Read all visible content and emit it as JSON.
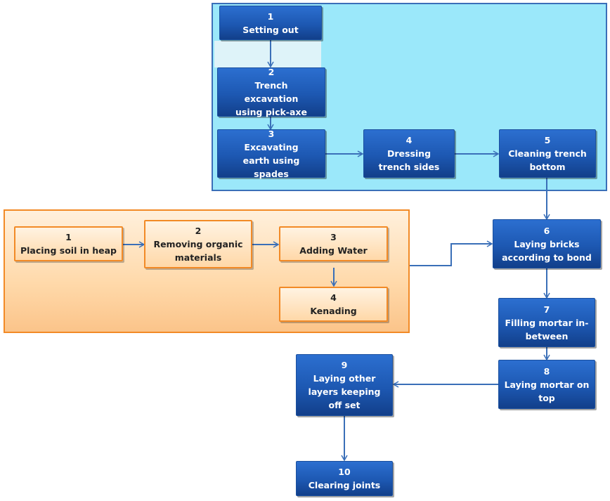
{
  "diagram": {
    "type": "flowchart",
    "colors": {
      "process_blue": "#1d58b2",
      "group_blue_bg": "#9be8fa",
      "group_orange_border": "#f28a26",
      "connector": "#3a6fb8"
    },
    "groups": [
      {
        "id": "trench",
        "color": "blue",
        "steps": [
          "t1",
          "t2",
          "t3",
          "t4",
          "t5"
        ]
      },
      {
        "id": "mortar",
        "color": "orange",
        "steps": [
          "m1",
          "m2",
          "m3",
          "m4"
        ]
      }
    ],
    "nodes": {
      "t1": {
        "num": "1",
        "label": "Setting out"
      },
      "t2": {
        "num": "2",
        "label": "Trench excavation using pick-axe"
      },
      "t3": {
        "num": "3",
        "label": "Excavating earth using spades"
      },
      "t4": {
        "num": "4",
        "label": "Dressing  trench sides"
      },
      "t5": {
        "num": "5",
        "label": "Cleaning trench bottom"
      },
      "m1": {
        "num": "1",
        "label": "Placing soil in heap"
      },
      "m2": {
        "num": "2",
        "label": "Removing organic materials"
      },
      "m3": {
        "num": "3",
        "label": "Adding Water"
      },
      "m4": {
        "num": "4",
        "label": "Kenading"
      },
      "s6": {
        "num": "6",
        "label": "Laying bricks according to bond"
      },
      "s7": {
        "num": "7",
        "label": "Filling mortar in-between"
      },
      "s8": {
        "num": "8",
        "label": "Laying mortar on top"
      },
      "s9": {
        "num": "9",
        "label": "Laying other layers keeping off set"
      },
      "s10": {
        "num": "10",
        "label": "Clearing joints"
      }
    },
    "edges": [
      [
        "t1",
        "t2"
      ],
      [
        "t2",
        "t3"
      ],
      [
        "t3",
        "t4"
      ],
      [
        "t4",
        "t5"
      ],
      [
        "t5",
        "s6"
      ],
      [
        "m1",
        "m2"
      ],
      [
        "m2",
        "m3"
      ],
      [
        "m3",
        "m4"
      ],
      [
        "mortar",
        "s6"
      ],
      [
        "s6",
        "s7"
      ],
      [
        "s7",
        "s8"
      ],
      [
        "s8",
        "s9"
      ],
      [
        "s9",
        "s10"
      ]
    ]
  }
}
